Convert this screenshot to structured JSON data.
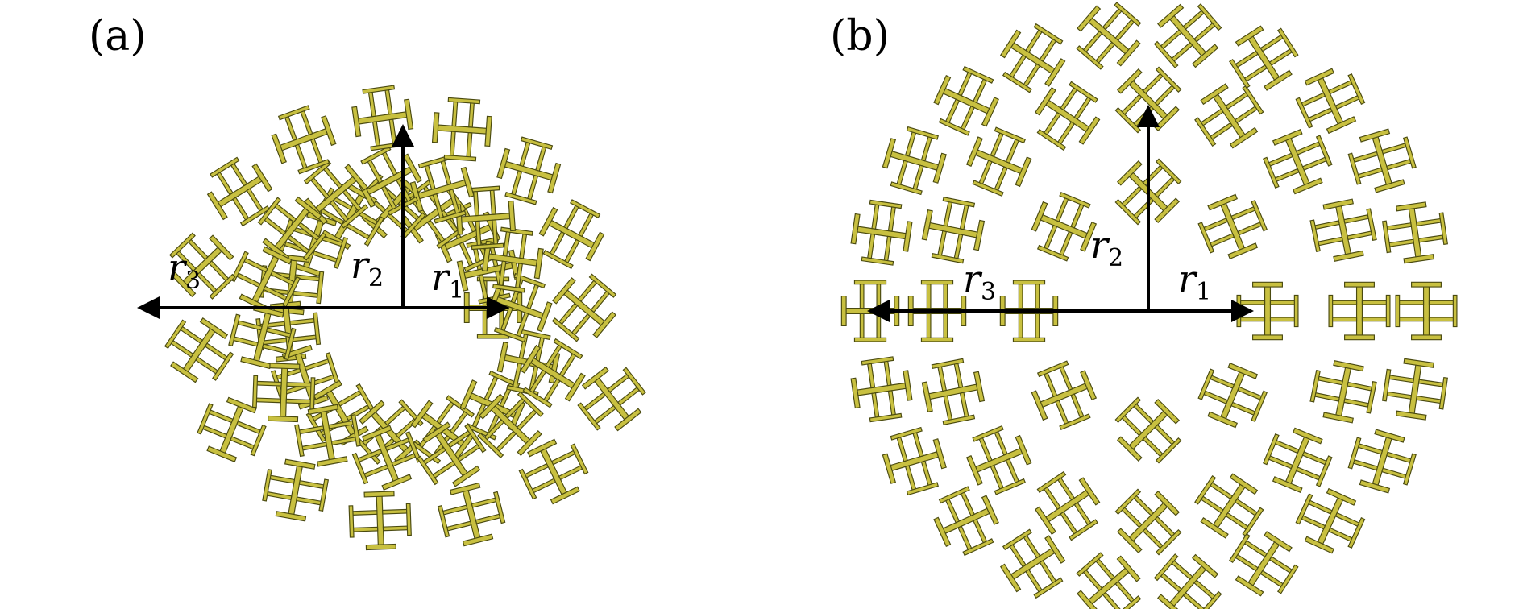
{
  "panels": [
    {
      "id": "a",
      "label": "(a)",
      "arrangement": "spiral",
      "radius_labels": [
        {
          "symbol": "r",
          "subscript": "1"
        },
        {
          "symbol": "r",
          "subscript": "2"
        },
        {
          "symbol": "r",
          "subscript": "3"
        }
      ]
    },
    {
      "id": "b",
      "label": "(b)",
      "arrangement": "concentric rings",
      "radius_labels": [
        {
          "symbol": "r",
          "subscript": "1"
        },
        {
          "symbol": "r",
          "subscript": "2"
        },
        {
          "symbol": "r",
          "subscript": "3"
        }
      ]
    }
  ],
  "colors": {
    "element_fill": "#c8c040",
    "element_stroke": "#4a4a10",
    "arrow": "#000000",
    "background": "#ffffff"
  },
  "icons": {
    "element": "double-i-beam-cross-icon"
  }
}
